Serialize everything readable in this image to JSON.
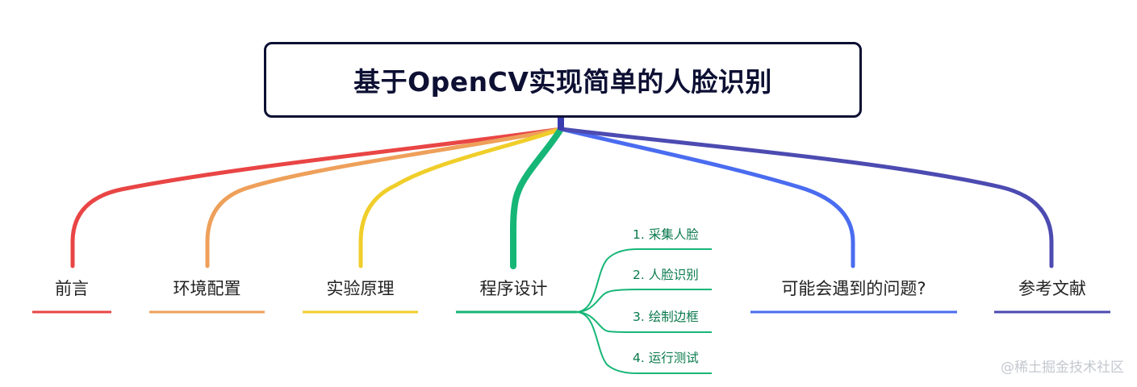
{
  "root": {
    "title": "基于OpenCV实现简单的人脸识别",
    "color": "#0d1033"
  },
  "branches": [
    {
      "label": "前言",
      "color": "#e94545"
    },
    {
      "label": "环境配置",
      "color": "#eea05a"
    },
    {
      "label": "实验原理",
      "color": "#f0ce2a"
    },
    {
      "label": "程序设计",
      "color": "#16b677",
      "children": [
        "1. 采集人脸",
        "2. 人脸识别",
        "3. 绘制边框",
        "4. 运行测试"
      ]
    },
    {
      "label": "可能会遇到的问题?",
      "color": "#4a6cf0"
    },
    {
      "label": "参考文献",
      "color": "#4c4bb1"
    }
  ],
  "watermark": "@稀土掘金技术社区"
}
